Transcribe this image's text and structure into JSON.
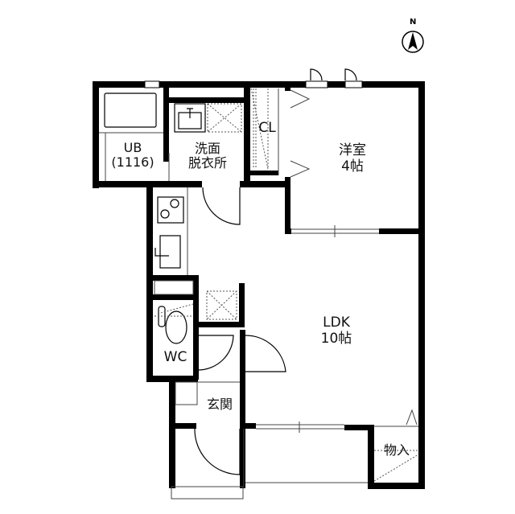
{
  "floor_plan": {
    "compass": {
      "label": "N",
      "direction": "north-up"
    },
    "rooms": [
      {
        "id": "ub",
        "label_line1": "UB",
        "label_line2": "(1116)"
      },
      {
        "id": "washroom",
        "label_line1": "洗面",
        "label_line2": "脱衣所"
      },
      {
        "id": "closet",
        "label_line1": "CL"
      },
      {
        "id": "western_room",
        "label_line1": "洋室",
        "label_line2": "4帖"
      },
      {
        "id": "ldk",
        "label_line1": "LDK",
        "label_line2": "10帖"
      },
      {
        "id": "wc",
        "label_line1": "WC"
      },
      {
        "id": "entrance",
        "label_line1": "玄関"
      },
      {
        "id": "storage",
        "label_line1": "物入"
      }
    ],
    "colors": {
      "wall": "#000000",
      "background": "#ffffff",
      "line": "#444444"
    }
  }
}
